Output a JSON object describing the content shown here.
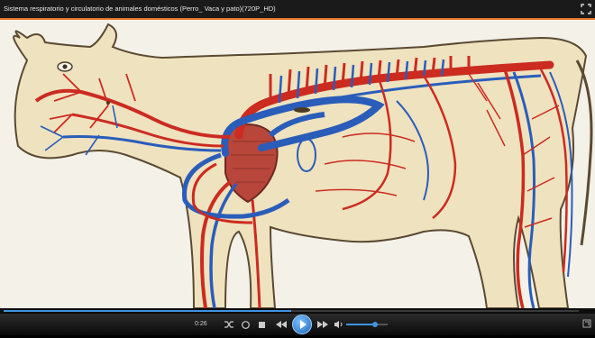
{
  "window": {
    "title": "Sistema respiratorio y circulatorio de animales domésticos (Perro_ Vaca y pato)(720P_HD)"
  },
  "video": {
    "subject": "cow-circulatory-system-diagram"
  },
  "seek_bar": {
    "progress_percent": 50
  },
  "controls": {
    "current_time": "0:26",
    "volume_percent": 70,
    "buttons": [
      "shuffle-icon",
      "repeat-icon",
      "stop-icon",
      "previous-icon",
      "play-icon",
      "next-icon",
      "volume-icon"
    ]
  },
  "colors": {
    "accent": "#3f95e0",
    "title_border": "#e8742a",
    "artery": "#cc2b20",
    "vein": "#2a5dba",
    "body_fill": "#efe2bf"
  }
}
